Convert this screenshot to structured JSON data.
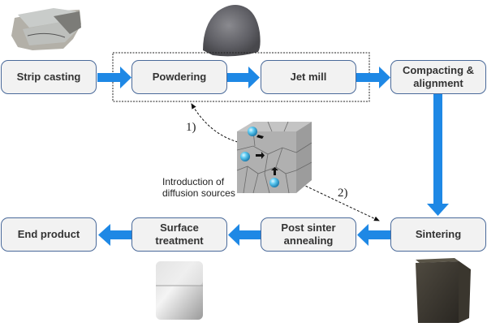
{
  "diagram": {
    "title": "Sintered magnet production process with grain boundary diffusion",
    "steps": [
      {
        "id": "strip-casting",
        "label": "Strip casting"
      },
      {
        "id": "powdering",
        "label": "Powdering"
      },
      {
        "id": "jet-mill",
        "label": "Jet mill"
      },
      {
        "id": "compacting-alignment",
        "label": "Compacting & alignment"
      },
      {
        "id": "sintering",
        "label": "Sintering"
      },
      {
        "id": "post-sinter-annealing",
        "label": "Post sinter annealing"
      },
      {
        "id": "surface-treatment",
        "label": "Surface treatment"
      },
      {
        "id": "end-product",
        "label": "End product"
      }
    ],
    "diffusion": {
      "label_line1": "Introduction of",
      "label_line2": "diffusion sources",
      "path1_label": "1)",
      "path2_label": "2)"
    },
    "images": {
      "strip_flakes": "strip-cast flakes photo",
      "powder": "powder pile photo",
      "grain_cube": "grain structure cube with diffusion spheres",
      "sintered_block": "sintered block photo",
      "finished_magnet": "finished magnet cube photo"
    },
    "colors": {
      "arrow": "#1e88e5",
      "box_fill": "#f2f2f2",
      "box_border": "#4a6a9a",
      "sphere": "#5bc8f0"
    }
  }
}
